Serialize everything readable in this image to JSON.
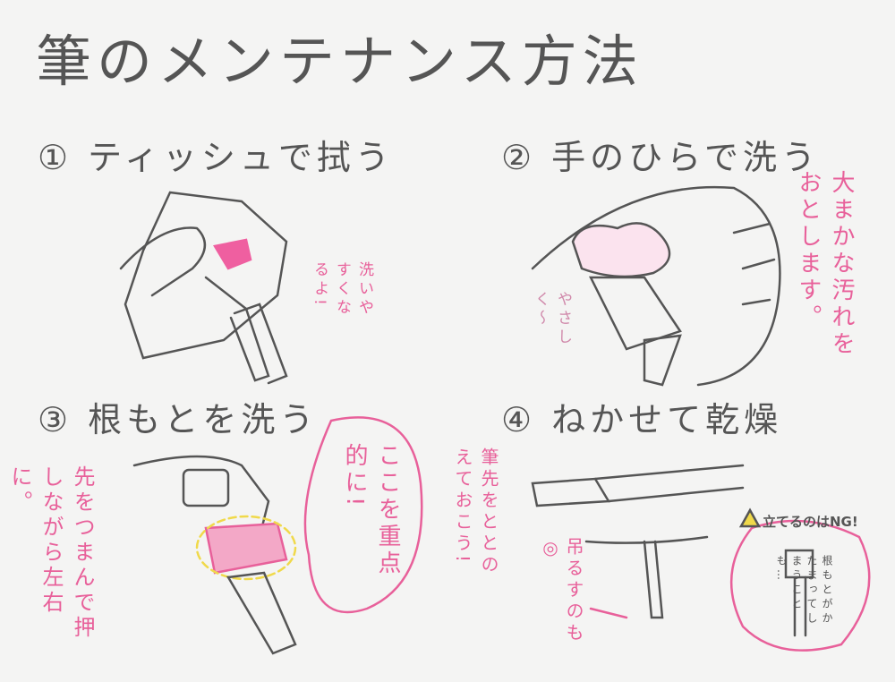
{
  "title": "筆のメンテナンス方法",
  "colors": {
    "ink": "#555555",
    "accent": "#e8609a",
    "highlight": "#f0d94a",
    "background": "#f4f4f3"
  },
  "steps": [
    {
      "label": "① ティッシュで拭う",
      "notes": {
        "bubble": "洗いやすくなるよ!"
      }
    },
    {
      "label": "② 手のひらで洗う",
      "notes": {
        "main": "大まかな汚れをおとします。",
        "gentle": "やさしく〜"
      }
    },
    {
      "label": "③ 根もとを洗う",
      "notes": {
        "bubble": "ここを重点的に!",
        "tip": "先をつまんで押しながら左右に。"
      }
    },
    {
      "label": "④ ねかせて乾燥",
      "notes": {
        "tip": "筆先をととのえておこう!",
        "hang": "吊るすのも◎",
        "warning_title": "立てるのはNG!",
        "warning_body": "根もとがかたまってしまうことも…"
      }
    }
  ]
}
